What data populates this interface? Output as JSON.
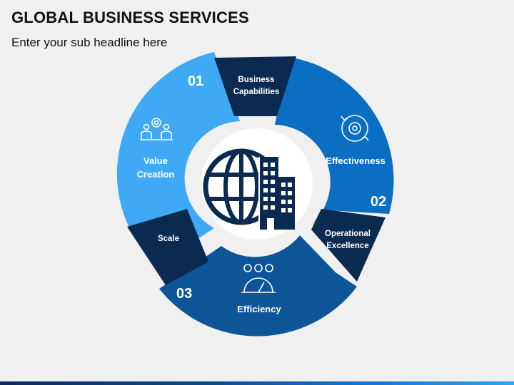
{
  "header": {
    "title": "GLOBAL BUSINESS SERVICES",
    "subtitle": "Enter your sub headline here"
  },
  "segments": [
    {
      "number": "01",
      "label_lines": [
        "Value",
        "Creation"
      ],
      "color": "#3fa9f5",
      "icon": "team-gear-icon"
    },
    {
      "number": "02",
      "label_lines": [
        "Effectiveness"
      ],
      "color": "#0a6fc2",
      "icon": "cycle-gear-icon"
    },
    {
      "number": "03",
      "label_lines": [
        "Efficiency"
      ],
      "color": "#0d5597",
      "icon": "speedometer-gear-icon"
    }
  ],
  "connectors": [
    {
      "label_lines": [
        "Business",
        "Capabilities"
      ],
      "color": "#0b2a50"
    },
    {
      "label_lines": [
        "Operational",
        "Excellence"
      ],
      "color": "#0b2a50"
    },
    {
      "label_lines": [
        "Scale"
      ],
      "color": "#0b2a50"
    }
  ],
  "center": {
    "icon": "globe-building-icon",
    "color": "#0b2a50"
  }
}
